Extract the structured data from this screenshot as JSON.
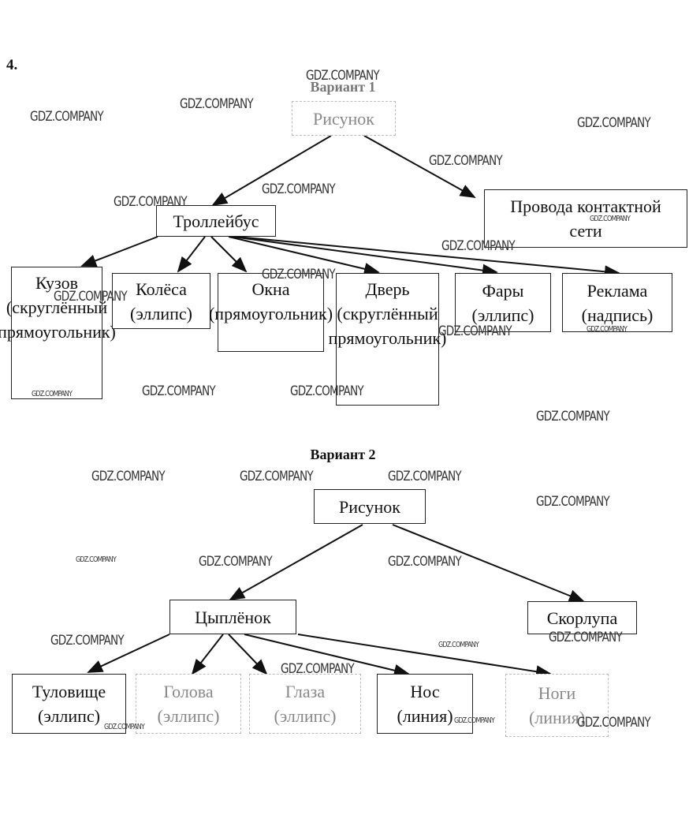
{
  "task_number": "4.",
  "variant1": {
    "title": "Вариант 1",
    "root": "Рисунок",
    "children": {
      "trolleybus": "Троллейбус",
      "wires": "Провода контактной сети"
    },
    "trolleybus_parts": [
      {
        "name": "Кузов",
        "shape": "(скруглённый прямоугольник)"
      },
      {
        "name": "Колёса",
        "shape": "(эллипс)"
      },
      {
        "name": "Окна",
        "shape": "(прямоугольник)"
      },
      {
        "name": "Дверь",
        "shape": "(скруглённый прямоугольник)"
      },
      {
        "name": "Фары",
        "shape": "(эллипс)"
      },
      {
        "name": "Реклама",
        "shape": "(надпись)"
      }
    ]
  },
  "variant2": {
    "title": "Вариант 2",
    "root": "Рисунок",
    "children": {
      "chick": "Цыплёнок",
      "shell": "Скорлупа"
    },
    "chick_parts": [
      {
        "name": "Туловище",
        "shape": "(эллипс)"
      },
      {
        "name": "Голова",
        "shape": "(эллипс)"
      },
      {
        "name": "Глаза",
        "shape": "(эллипс)"
      },
      {
        "name": "Нос",
        "shape": "(линия)"
      },
      {
        "name": "Ноги",
        "shape": "(линия)"
      }
    ]
  },
  "watermark": "GDZ.COMPANY"
}
